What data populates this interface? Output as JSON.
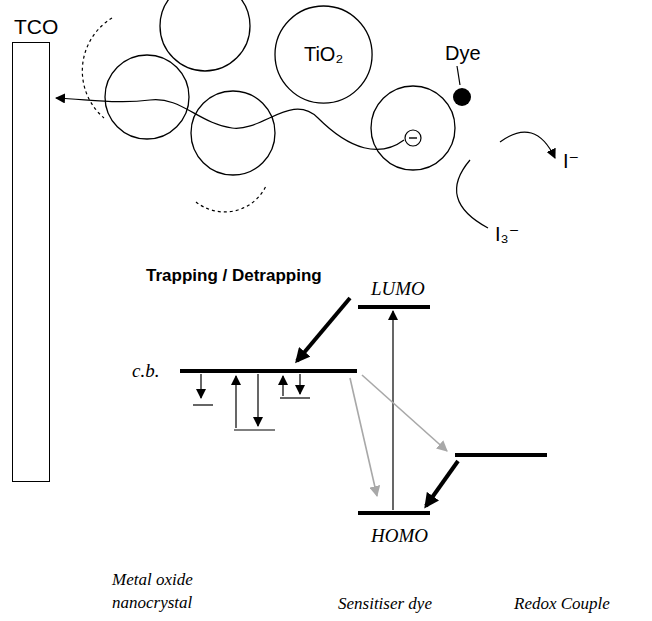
{
  "diagram": {
    "nodes": [
      {
        "text": [
          "TCO"
        ]
      },
      {
        "text": [
          "TiO₂"
        ]
      }
    ],
    "labels": [
      "Dye",
      "I⁻",
      "I₃⁻",
      "LUMO",
      "Trapping / Detrapping",
      "c.b.",
      "HOMO",
      "Metal oxide nanocrystal",
      "Sensitiser dye",
      "Redox Couple"
    ]
  }
}
